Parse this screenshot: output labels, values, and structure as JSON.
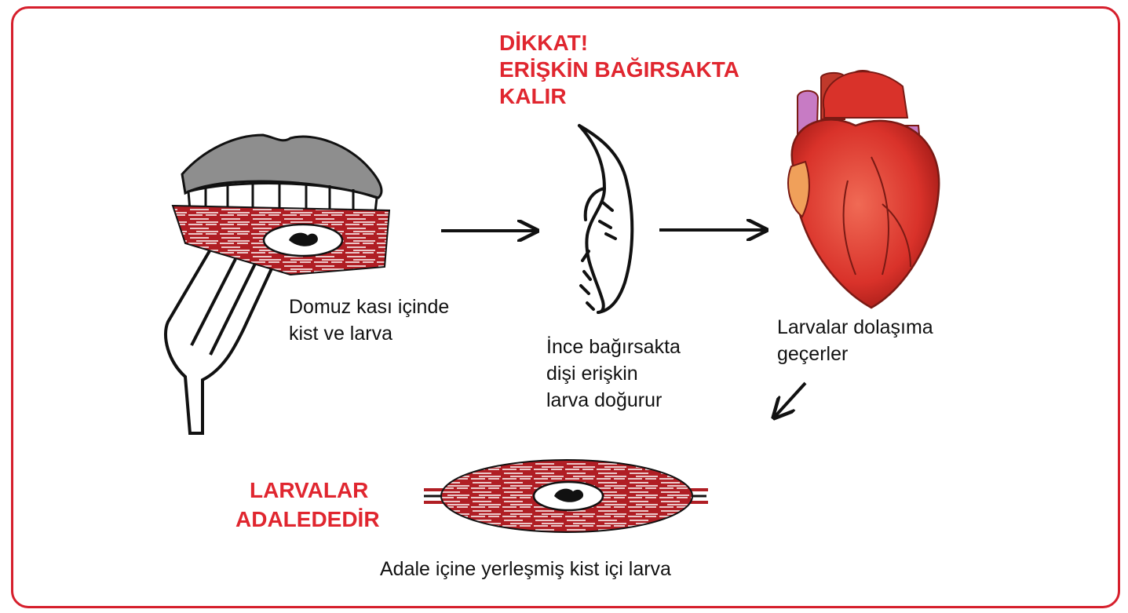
{
  "warning": {
    "line1": "DİKKAT!",
    "line2": "ERİŞKİN BAĞIRSAKTA",
    "line3": "KALIR"
  },
  "stage_pork": {
    "line1": "Domuz kası içinde",
    "line2": "kist ve larva"
  },
  "stage_intestine": {
    "line1": "İnce bağırsakta",
    "line2": "dişi erişkin",
    "line3": "larva doğurur"
  },
  "stage_circulation": {
    "line1": "Larvalar dolaşıma",
    "line2": "geçerler"
  },
  "muscle_note": {
    "line1": "LARVALAR",
    "line2": "ADALEDEDİR"
  },
  "muscle_caption": "Adale içine yerleşmiş kist içi larva",
  "colors": {
    "frame": "#d61f2c",
    "label_red": "#e0262f",
    "muscle": "#b01e24",
    "heart": "#d9322a",
    "vessel": "#c77bc4",
    "lips": "#8e8e8e"
  },
  "icons": [
    "mouth-icon",
    "fork-icon",
    "muscle-cyst-icon",
    "adult-worm-icon",
    "heart-icon",
    "arrow-icon"
  ]
}
